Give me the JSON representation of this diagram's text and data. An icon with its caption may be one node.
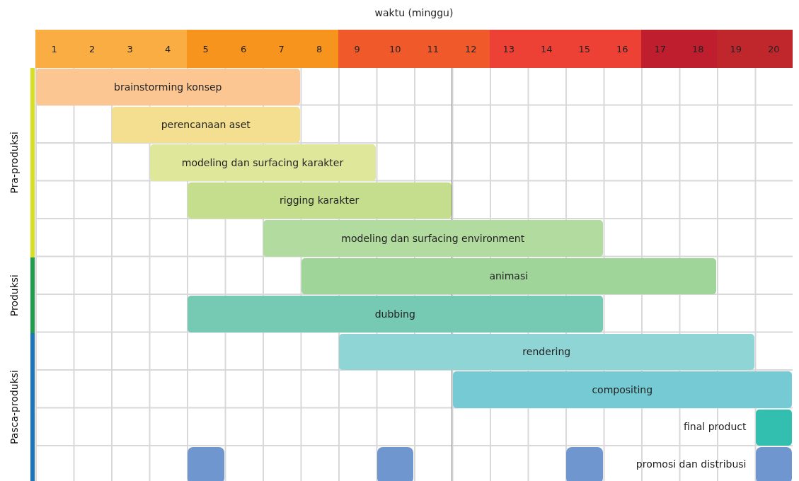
{
  "diagram": {
    "nodes": [
      {
        "text": [
          "brainstorming konsep"
        ]
      },
      {
        "text": [
          "perencanaan aset"
        ]
      },
      {
        "text": [
          "modeling dan surfacing karakter"
        ]
      },
      {
        "text": [
          "rigging karakter"
        ]
      },
      {
        "text": [
          "modeling dan surfacing environment"
        ]
      },
      {
        "text": [
          "animasi"
        ]
      },
      {
        "text": [
          "dubbing"
        ]
      },
      {
        "text": [
          "rendering"
        ]
      },
      {
        "text": [
          "compositing"
        ]
      },
      {
        "text": [],
        "shape": "bar",
        "beside": [
          "final product"
        ]
      },
      {
        "text": [],
        "shape": "box"
      },
      {
        "text": [],
        "shape": "box"
      },
      {
        "text": [],
        "shape": "box"
      },
      {
        "text": [],
        "shape": "box"
      }
    ],
    "edges": [],
    "labels": [
      "waktu (minggu)",
      "1",
      "2",
      "3",
      "4",
      "5",
      "6",
      "7",
      "8",
      "9",
      "10",
      "11",
      "12",
      "13",
      "14",
      "15",
      "16",
      "17",
      "18",
      "19",
      "20",
      "Pra-produksi",
      "Produksi",
      "Pasca-produksi",
      "promosi dan distribusi"
    ]
  }
}
